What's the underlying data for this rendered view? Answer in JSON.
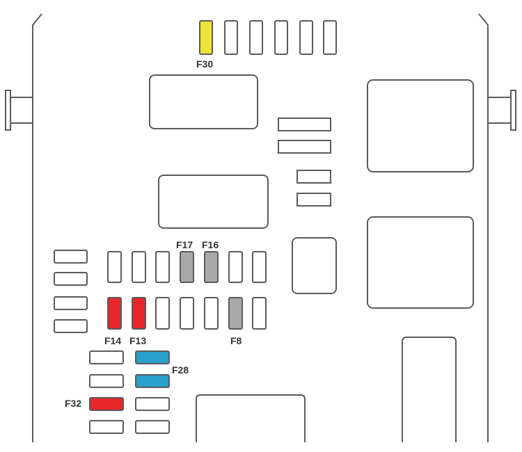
{
  "colors": {
    "outline": "#5a5a5a",
    "yellow": "#ece43a",
    "gray": "#a9a9ab",
    "red": "#e8262a",
    "blue": "#2b9fcb"
  },
  "labels": {
    "f30": "F30",
    "f17": "F17",
    "f16": "F16",
    "f14": "F14",
    "f13": "F13",
    "f8": "F8",
    "f28": "F28",
    "f32": "F32"
  }
}
